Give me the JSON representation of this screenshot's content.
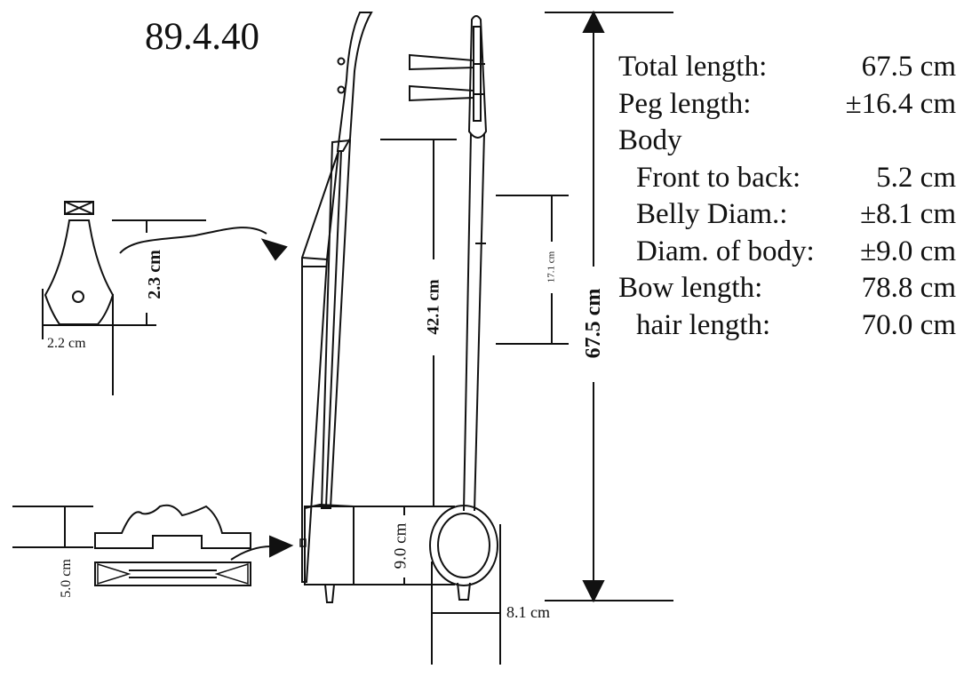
{
  "accession_number": "89.4.40",
  "specs": [
    {
      "key": "Total length:",
      "value": "67.5 cm",
      "indent": false
    },
    {
      "key": "Peg length:",
      "value": "±16.4 cm",
      "indent": false
    },
    {
      "key": "Body",
      "value": "",
      "indent": false
    },
    {
      "key": "Front to back:",
      "value": "5.2 cm",
      "indent": true
    },
    {
      "key": "Belly Diam.:",
      "value": "±8.1 cm",
      "indent": true
    },
    {
      "key": "Diam. of body:",
      "value": "±9.0 cm",
      "indent": true
    },
    {
      "key": "Bow length:",
      "value": "78.8 cm",
      "indent": false
    },
    {
      "key": "hair length:",
      "value": "70.0 cm",
      "indent": true
    }
  ],
  "dimensions": {
    "total": "67.5 cm",
    "neck": "42.1 cm",
    "peg_span": "17.1 cm",
    "body_diam": "9.0 cm",
    "belly": "8.1 cm",
    "peg_height": "2.3 cm",
    "peg_width": "2.2 cm",
    "bridge_height": "5.0 cm"
  }
}
